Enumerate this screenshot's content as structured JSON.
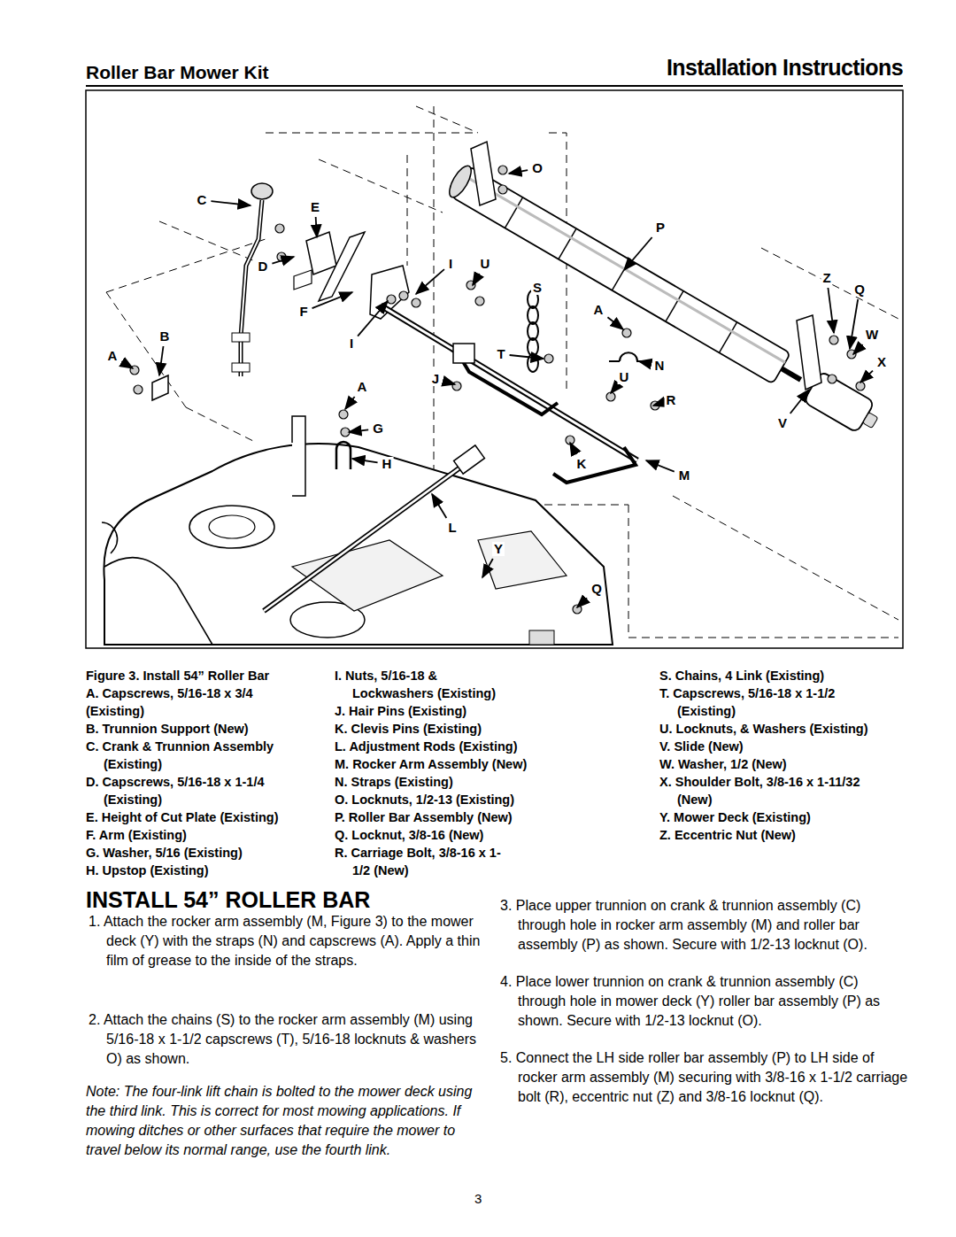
{
  "diagram": {
    "title": "Installation Instructions",
    "caption": "Figure 3. Install 54” Roller Bar",
    "labels": [
      "Roller Bar Mower Kit",
      "O",
      "C",
      "E",
      "P",
      "D",
      "I",
      "U",
      "Z",
      "Q",
      "S",
      "F",
      "A",
      "B",
      "I",
      "W",
      "A",
      "T",
      "N",
      "X",
      "U",
      "J",
      "A",
      "R",
      "V",
      "G",
      "H",
      "K",
      "M",
      "L",
      "Y",
      "Q",
      "A. Capscrews, 5/16-18 x 3/4 (Existing)",
      "B. Trunnion Support (New)",
      "C. Crank & Trunnion Assembly (Existing)",
      "D. Capscrews, 5/16-18 x 1-1/4 (Existing)",
      "E. Height of Cut Plate (Existing)",
      "F. Arm (Existing)",
      "G. Washer, 5/16 (Existing)",
      "H. Upstop (Existing)",
      "I. Nuts, 5/16-18 & Lockwashers (Existing)",
      "J. Hair Pins (Existing)",
      "K. Clevis Pins (Existing)",
      "L. Adjustment Rods (Existing)",
      "M. Rocker Arm Assembly (New)",
      "N. Straps (Existing)",
      "O. Locknuts, 1/2-13 (Existing)",
      "P. Roller Bar Assembly (New)",
      "Q. Locknut, 3/8-16 (New)",
      "R. Carriage Bolt, 3/8-16 x 1-1/2 (New)",
      "S. Chains, 4 Link (Existing)",
      "T. Capscrews, 5/16-18 x 1-1/2 (Existing)",
      "U. Locknuts, & Washers (Existing)",
      "V. Slide (New)",
      "W. Washer, 1/2 (New)",
      "X. Shoulder Bolt, 3/8-16 x 1-11/32 (New)",
      "Y. Mower Deck (Existing)",
      "Z. Eccentric Nut (New)",
      "INSTALL 54” ROLLER BAR",
      "1. Attach the rocker arm assembly (M, Figure 3) to the mower deck (Y) with the straps (N) and capscrews (A). Apply a thin film of grease to the inside of the straps.",
      "2. Attach the chains (S) to the rocker arm assembly (M) using 5/16-18 x 1-1/2 capscrews (T), 5/16-18 locknuts & washers O) as shown.",
      "Note: The four-link lift chain is bolted to the mower deck using the third link. This is correct for most mowing applications. If mowing ditches or other surfaces that require the mower to travel below its normal range, use the fourth link.",
      "3. Place upper trunnion on crank & trunnion assembly (C) through hole in rocker arm assembly (M) and roller bar assembly (P) as shown. Secure with 1/2-13 locknut (O).",
      "4. Place lower trunnion on crank & trunnion assembly (C) through hole in mower deck (Y) roller bar assembly (P) as shown. Secure with 1/2-13 locknut (O).",
      "5. Connect the LH side roller bar assembly (P) to LH side of rocker arm assembly (M) securing with 3/8-16 x 1-1/2 carriage bolt (R), eccentric nut (Z) and 3/8-16 locknut (Q).",
      "3"
    ]
  }
}
